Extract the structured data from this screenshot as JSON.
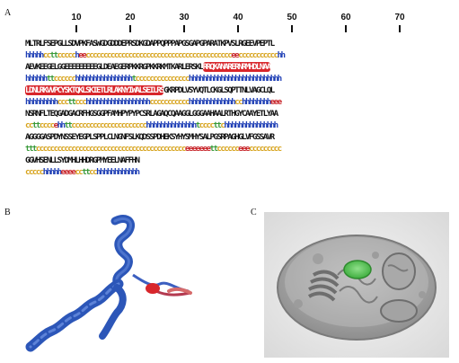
{
  "panels": {
    "a": "A",
    "b": "B",
    "c": "C"
  },
  "ruler": [
    "10",
    "20",
    "30",
    "40",
    "50",
    "60",
    "70"
  ],
  "sequence_lines": [
    "MLTRLFSEPGLLSDVPKFASWGDGDDDEPRSDKGDAPPQPPPAPGSGAPGPARATKPVSLRGEEVPEPTL",
    "AEVKEEGELGGEEEEEEEEEGLDEAEGERPKKRGPKKRKMTKARLERSKLRRQKANARERNRMHDLNAA",
    "LDNLRKVVPCYSKTQKLSKIETLRLAKNYIWALSEILRSGKRPDLVSYVQTLCKGLSQPTTNLVAGCLQL",
    "NSRNFLTEQGADGACRFHGSGGPFAMHPYPYPCSRLAGAQCQAAGGLGGGAAHAALRTHGYCAAYETLYAA",
    "AGGGGASPDYNSSEYEGPLSPPLCLNGNFSLKQDSSPDHEKSYHYSMHYSALPGSRPAGHGLVFGSSAVR",
    "GGVHSENLLSYDMHLHHDRGPMYEELNAFFHN"
  ],
  "highlight": {
    "color": "#d8262b",
    "segments": [
      {
        "line": 1,
        "text": "RRQKANARERNRMHDLNAA"
      },
      {
        "line": 2,
        "text": "LDNLRKVVPCYSKTQKLSKIETLRLAKNYIWALSEILRS"
      }
    ]
  },
  "secondary_structure_lines": [
    "hhhhhccttcccccheeccccccccccccccccccccccccccccccccccccccccceeccccccccccchh",
    "hhhhhhttcccccchhhhhhhhhhhhhhhhtccccccccccccccchhhhhhhhhhhhhhhhhhhhhhhhhh",
    "hhhhhhhhhcccttccchhhhhhhhhhhhhhhhhhccccccccccchhhhhhhhhhhhhcchhhhhhhheee",
    "ccttccccehhttccccccccccccccccccccchhhhhhhhhhhhhhtccccttchhhhhhhhhhhhhhh",
    "tttcccccccccccccccccccccccccccccccccccccccccceeeeeeettcccccceeeccccccccc",
    "ccccchhhhheeeeccttcchhhhhhhhhhhh"
  ],
  "ss_colors": {
    "h": "#1f3fb5",
    "c": "#d7a31c",
    "t": "#3a9a3a",
    "e": "#c8262b"
  }
}
